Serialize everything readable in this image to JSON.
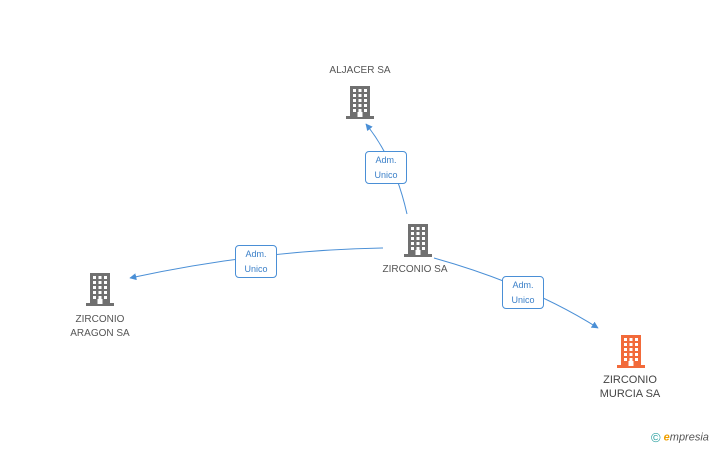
{
  "nodes": {
    "aljacer": {
      "label_lines": [
        "ALJACER SA"
      ],
      "icon": "building-icon",
      "color": "#707070"
    },
    "zirconio": {
      "label_lines": [
        "ZIRCONIO SA"
      ],
      "icon": "building-icon",
      "color": "#707070"
    },
    "aragon": {
      "label_lines": [
        "ZIRCONIO",
        "ARAGON SA"
      ],
      "icon": "building-icon",
      "color": "#707070"
    },
    "murcia": {
      "label_lines": [
        "ZIRCONIO",
        "MURCIA SA"
      ],
      "icon": "building-icon",
      "color": "#f26a3a"
    }
  },
  "edges": [
    {
      "from": "zirconio",
      "to": "aljacer",
      "label_lines": [
        "Adm.",
        "Unico"
      ]
    },
    {
      "from": "zirconio",
      "to": "aragon",
      "label_lines": [
        "Adm.",
        "Unico"
      ]
    },
    {
      "from": "zirconio",
      "to": "murcia",
      "label_lines": [
        "Adm.",
        "Unico"
      ]
    }
  ],
  "edge_color": "#4a8fd6",
  "footer": {
    "copyright": "©",
    "brand_initial": "e",
    "brand_rest": "mpresia"
  }
}
